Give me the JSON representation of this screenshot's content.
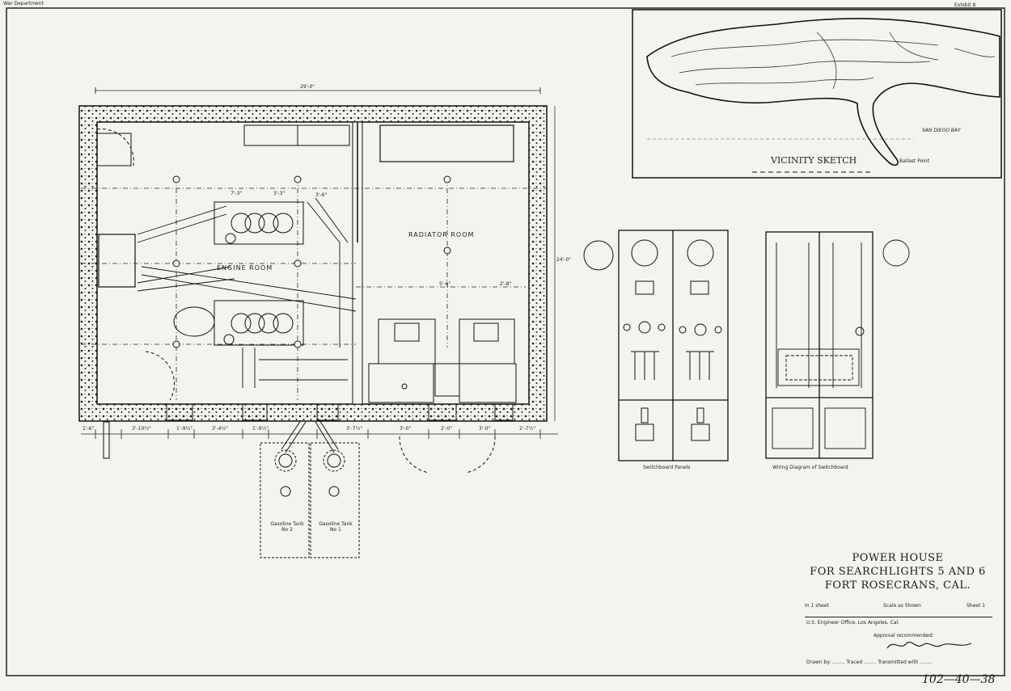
{
  "corner": {
    "top_left": "War Department",
    "top_right": "Exhibit 8"
  },
  "floor_plan": {
    "overall_width": "29'-0\"",
    "overall_depth": "24'-0\"",
    "rooms": {
      "engine_room": "ENGINE ROOM",
      "radiator_room": "RADIATOR ROOM"
    },
    "tanks": [
      "Gasoline Tank No 2",
      "Gasoline Tank No 1"
    ],
    "dimensions_bottom": [
      "1'-6\"",
      "3'-10½\"",
      "1'-9½\"",
      "3'-4½\"",
      "1'-9½\"",
      "3'-7½\"",
      "3'-0\"",
      "2'-0\"",
      "3'-0\"",
      "2'-7½\""
    ],
    "dimensions_inner": [
      "7'-3\"",
      "3'-3\"",
      "3'-6\"",
      "2'-8\"",
      "5'-6\""
    ]
  },
  "vicinity": {
    "title": "VICINITY SKETCH",
    "bay_label": "SAN DIEGO BAY",
    "point_label": "Ballast Point"
  },
  "panels": {
    "switchboard_caption": "Switchboard Panels",
    "wiring_caption": "Wiring Diagram of Switchboard"
  },
  "title_block": {
    "line1": "POWER HOUSE",
    "line2": "FOR SEARCHLIGHTS 5 AND 6",
    "line3": "FORT ROSECRANS, CAL.",
    "sheet": "In 1 sheet",
    "scale": "Scale as Shown",
    "sheet_no": "Sheet 1",
    "office": "U.S. Engineer Office, Los Angeles, Cal.",
    "approval": "Approval recommended:",
    "footer": "Drawn by: ........ Traced ........ Transmitted with ........"
  },
  "drawing_number": "102—40—38"
}
